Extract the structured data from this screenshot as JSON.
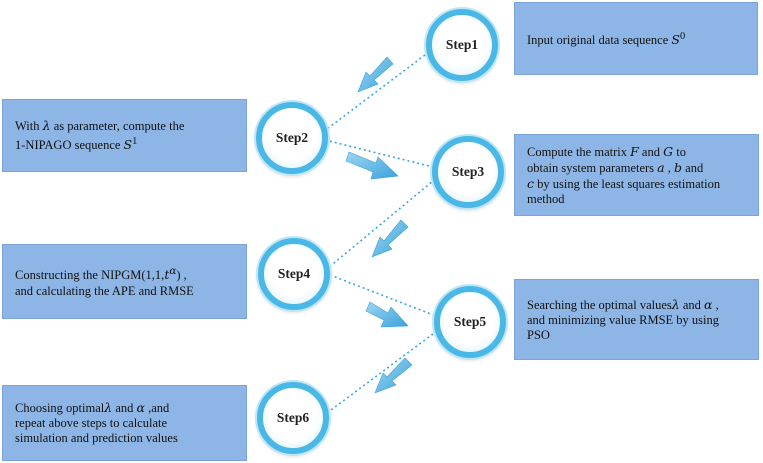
{
  "colors": {
    "box_fill": "#8db6e6",
    "node_ring": "#4ab8e6",
    "arrow": "#4aaee0",
    "connector": "#3aa6dc"
  },
  "steps": [
    {
      "label": "Step1"
    },
    {
      "label": "Step2"
    },
    {
      "label": "Step3"
    },
    {
      "label": "Step4"
    },
    {
      "label": "Step5"
    },
    {
      "label": "Step6"
    }
  ],
  "boxes": {
    "step1": {
      "line1": "Input original data sequence ",
      "line1_sym": "S",
      "line1_sup": "0"
    },
    "step2": {
      "line1_pre": "With ",
      "line1_sym": "λ",
      "line1_post": "  as parameter, compute the",
      "line2_pre": "1-NIPAGO sequence ",
      "line2_sym": "S",
      "line2_sup": "1"
    },
    "step3": {
      "line1_pre": "Compute the matrix ",
      "line1_sym_a": "F",
      "line1_mid": "  and  ",
      "line1_sym_b": "G",
      "line1_post": "  to",
      "line2_pre": "obtain system parameters ",
      "line2_sym_a": "a",
      "line2_mid": " , ",
      "line2_sym_b": "b",
      "line2_post": "  and",
      "line3_sym": "c",
      "line3_post": "  by using the least squares estimation",
      "line4": "method"
    },
    "step4": {
      "line1_pre": "Constructing the NIPGM(1,1,",
      "line1_sym": "t",
      "line1_sup": "α",
      "line1_post": ") ,",
      "line2": "and calculating the APE and RMSE"
    },
    "step5": {
      "line1_pre": "Searching the optimal values",
      "line1_sym_a": "λ",
      "line1_mid": "  and  ",
      "line1_sym_b": "α",
      "line1_post": " ,",
      "line2": "and minimizing value RMSE by using",
      "line3": "PSO"
    },
    "step6": {
      "line1_pre": "Choosing optimal",
      "line1_sym_a": "λ",
      "line1_mid": "  and  ",
      "line1_sym_b": "α",
      "line1_post": " ,and",
      "line2": "repeat above steps  to calculate",
      "line3": "simulation and prediction values"
    }
  }
}
